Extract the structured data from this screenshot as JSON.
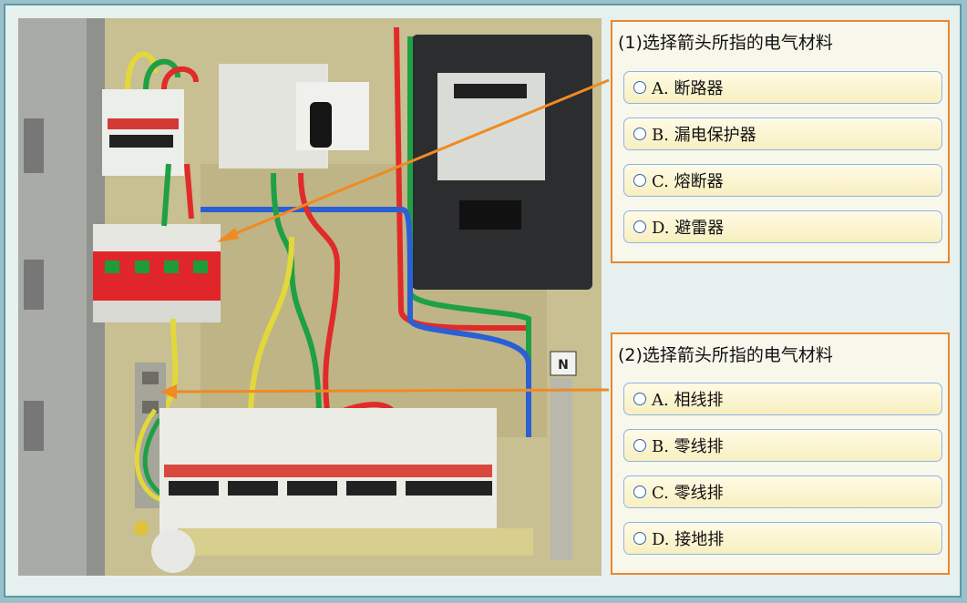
{
  "question1": {
    "title": "(1)选择箭头所指的电气材料",
    "options": [
      "A. 断路器",
      "B. 漏电保护器",
      "C. 熔断器",
      "D. 避雷器"
    ]
  },
  "question2": {
    "title": "(2)选择箭头所指的电气材料",
    "options": [
      "A. 相线排",
      "B. 零线排",
      "C. 零线排",
      "D. 接地排"
    ]
  },
  "photo_labels": {
    "neutral_sign": "N"
  },
  "colors": {
    "accent_border": "#e9872c",
    "option_border": "#8fb5e6",
    "arrow": "#f08a24"
  }
}
